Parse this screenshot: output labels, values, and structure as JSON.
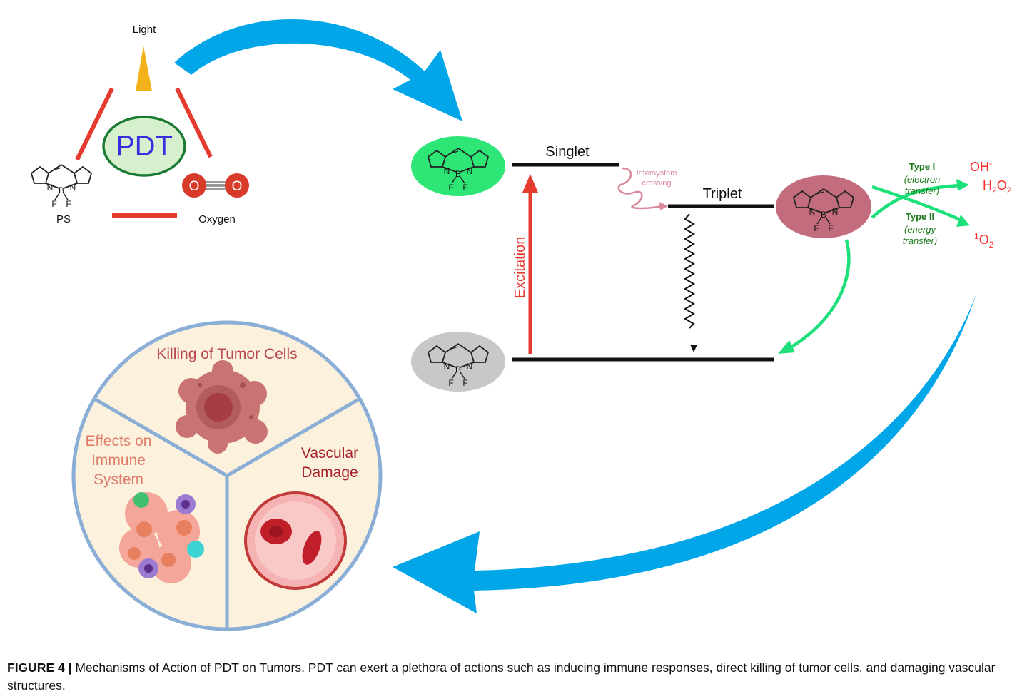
{
  "triangle": {
    "light_label": "Light",
    "center_label": "PDT",
    "ps_label": "PS",
    "oxygen_label": "Oxygen",
    "oxygen_atom": "O"
  },
  "molecule": {
    "n1": "N",
    "n2": "N",
    "b": "B",
    "f1": "F",
    "f2": "F"
  },
  "jablonski": {
    "singlet": "Singlet",
    "triplet": "Triplet",
    "excitation": "Excitation",
    "isc_line1": "Intersystem",
    "isc_line2": "crossing"
  },
  "reactions": {
    "type1_title": "Type I",
    "type1_line1": "(electron",
    "type1_line2": "transfer)",
    "type2_title": "Type II",
    "type2_line1": "(energy",
    "type2_line2": "transfer)",
    "oh": "OH",
    "oh_sup": "-",
    "h2o2_h": "H",
    "h2o2_sub1": "2",
    "h2o2_o": "O",
    "h2o2_sub2": "2",
    "singlet_o2_sup": "1",
    "singlet_o2_o": "O",
    "singlet_o2_sub": "2"
  },
  "effects": {
    "killing": "Killing of Tumor Cells",
    "immune_line1": "Effects on",
    "immune_line2": "Immune",
    "immune_line3": "System",
    "vascular_line1": "Vascular",
    "vascular_line2": "Damage"
  },
  "caption": {
    "label": "FIGURE 4 |",
    "text": " Mechanisms of Action of PDT on Tumors. PDT can exert a plethora of actions such as inducing immune responses, direct killing of tumor cells, and damaging vascular structures."
  },
  "colors": {
    "blue_arrow": "#00a6e8",
    "red": "#e53a2e",
    "green": "#1ee07a",
    "ps_green": "#2ee675",
    "ps_mauve": "#c26c7e",
    "ps_grey": "#c8c8c8",
    "pdt_text": "#3a2fe0",
    "pie_fill": "#fbf1dc",
    "pie_border": "#8aaed6"
  }
}
